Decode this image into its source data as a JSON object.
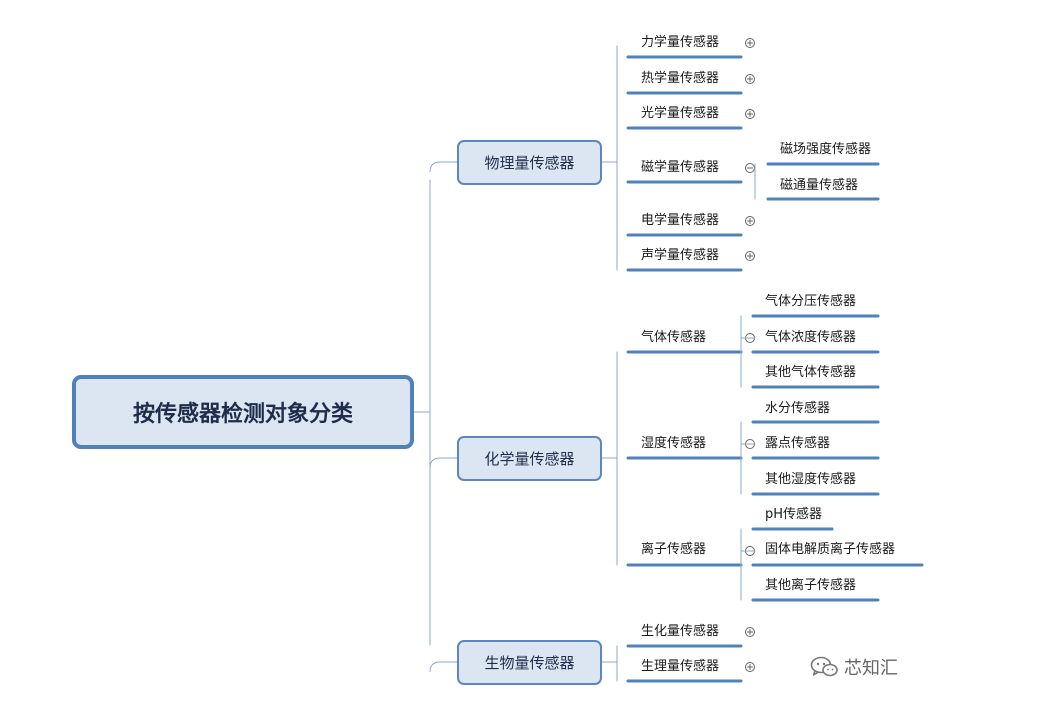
{
  "root": {
    "label": "按传感器检测对象分类"
  },
  "branches": [
    {
      "label": "物理量传感器",
      "children": [
        {
          "label": "力学量传感器",
          "collapsed": true
        },
        {
          "label": "热学量传感器",
          "collapsed": true
        },
        {
          "label": "光学量传感器",
          "collapsed": true
        },
        {
          "label": "磁学量传感器",
          "collapsed": false,
          "children": [
            "磁场强度传感器",
            "磁通量传感器"
          ]
        },
        {
          "label": "电学量传感器",
          "collapsed": true
        },
        {
          "label": "声学量传感器",
          "collapsed": true
        }
      ]
    },
    {
      "label": "化学量传感器",
      "children": [
        {
          "label": "气体传感器",
          "collapsed": false,
          "children": [
            "气体分压传感器",
            "气体浓度传感器",
            "其他气体传感器"
          ]
        },
        {
          "label": "湿度传感器",
          "collapsed": false,
          "children": [
            "水分传感器",
            "露点传感器",
            "其他湿度传感器"
          ]
        },
        {
          "label": "离子传感器",
          "collapsed": false,
          "children": [
            "pH传感器",
            "固体电解质离子传感器",
            "其他离子传感器"
          ]
        }
      ]
    },
    {
      "label": "生物量传感器",
      "children": [
        {
          "label": "生化量传感器",
          "collapsed": true
        },
        {
          "label": "生理量传感器",
          "collapsed": true
        }
      ]
    }
  ],
  "watermark": {
    "text": "芯知汇",
    "icon": "wechat-icon"
  },
  "colors": {
    "line": "#4f81bd",
    "connector": "#8eaad0",
    "box_fill": "#dce6f2",
    "toggle": "#666666"
  }
}
